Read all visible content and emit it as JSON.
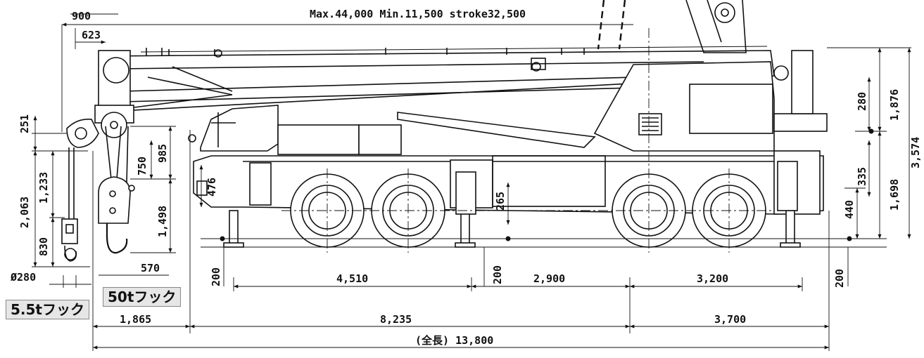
{
  "boom_text": "Max.44,000  Min.11,500  stroke32,500",
  "hook_labels": {
    "small": "5.5tフック",
    "large": "50tフック"
  },
  "dims": {
    "d900": "900",
    "d623": "623",
    "d251": "251",
    "d2063": "2,063",
    "d1233": "1,233",
    "d830": "830",
    "d280dia": "Ø280",
    "d750": "750",
    "d985": "985",
    "d1498": "1,498",
    "d570": "570",
    "d476": "476",
    "d265": "265",
    "d280": "280",
    "d1876": "1,876",
    "d3574": "3,574",
    "d335": "335",
    "d1698": "1,698",
    "d440": "440",
    "d200a": "200",
    "d200b": "200",
    "d200c": "200",
    "d4510": "4,510",
    "d2900": "2,900",
    "d3200": "3,200",
    "d1865": "1,865",
    "d8235": "8,235",
    "d3700": "3,700",
    "total": "(全長) 13,800"
  }
}
